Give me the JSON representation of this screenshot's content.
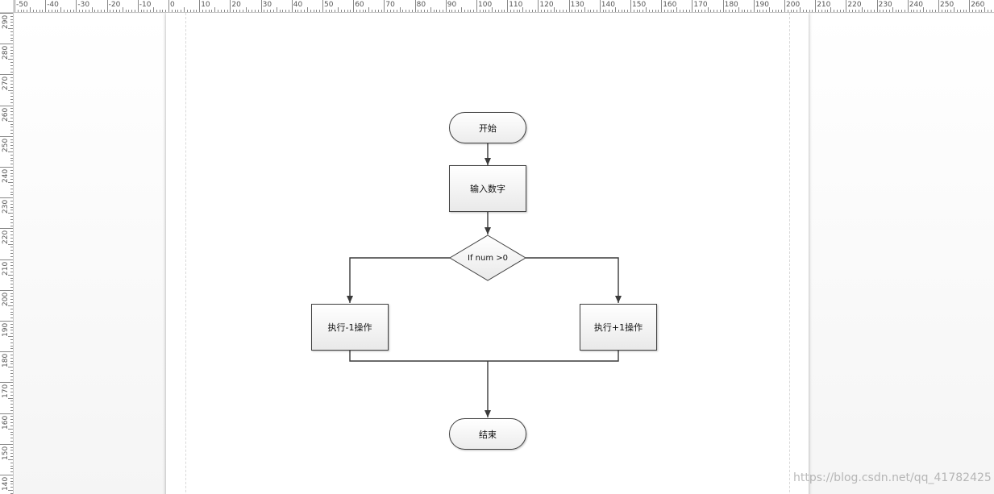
{
  "ruler": {
    "top_labels": [
      "-50",
      "-40",
      "-30",
      "-20",
      "-10",
      "0",
      "10",
      "20",
      "30",
      "40",
      "50",
      "60",
      "70",
      "80",
      "90",
      "100",
      "110",
      "120",
      "130",
      "140",
      "150",
      "160",
      "170",
      "180",
      "190",
      "200",
      "210",
      "220",
      "230",
      "240",
      "250",
      "260"
    ],
    "left_labels": [
      "290",
      "280",
      "270",
      "260",
      "250",
      "240",
      "230",
      "220",
      "210",
      "200",
      "190",
      "180",
      "170",
      "160",
      "150",
      "140"
    ]
  },
  "flowchart": {
    "start": "开始",
    "input": "输入数字",
    "decision": "If num >0",
    "branch_left": "执行-1操作",
    "branch_right": "执行+1操作",
    "end": "结束"
  },
  "watermark": "https://blog.csdn.net/qq_41782425",
  "colors": {
    "line": "#3a3a3a",
    "shape_border": "#404040",
    "shape_fill_top": "#ffffff",
    "shape_fill_bottom": "#e9e9e9"
  }
}
